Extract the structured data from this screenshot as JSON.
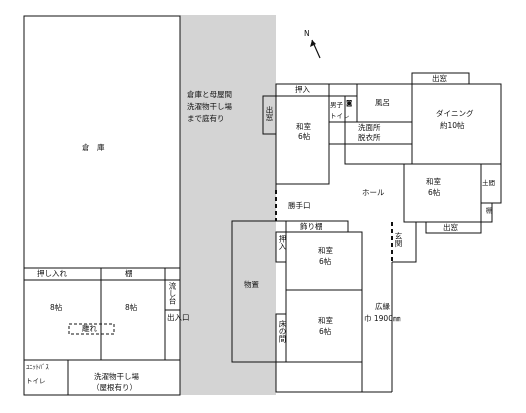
{
  "north_label": "N",
  "gap_label": [
    "倉庫と母屋間",
    "洗濯物干し場",
    "まで庭有り"
  ],
  "left_building": {
    "warehouse": "倉　庫",
    "oshiire": "押し入れ",
    "tana": "棚",
    "room8a": "8帖",
    "room8b": "8帖",
    "nagashidai": "流し台",
    "hanare": "離れ",
    "deiriguchi": "出入口",
    "unit_bath": "ﾕﾆｯﾄﾊﾞｽ",
    "toilet": "トイレ",
    "laundry": [
      "洗濯物干し場",
      "（屋根有り）"
    ]
  },
  "main_house": {
    "oshiire_top": "押入",
    "demado_left": "出窓",
    "washitsu_top": [
      "和室",
      "6帖"
    ],
    "mens_toilet": "男子",
    "toilet": "トイレ",
    "toilet_icon": "◙",
    "furo": "風呂",
    "senmen": [
      "洗面所",
      "脱衣所"
    ],
    "demado_top": "出窓",
    "dining": [
      "ダイニング",
      "約10帖"
    ],
    "hall": "ホール",
    "washitsu_right": [
      "和室",
      "6帖"
    ],
    "doma": "土間",
    "tana_small": "棚",
    "demado_bottom": "出窓",
    "katteguchi": "勝手口",
    "kazaridana": "飾り棚",
    "oshiire_mid": "押入",
    "washitsu_mid": [
      "和室",
      "6帖"
    ],
    "genkan": "玄関",
    "monooki": "物置",
    "tokonoma": "床の間",
    "washitsu_bottom": [
      "和室",
      "6帖"
    ],
    "hiroen": [
      "広縁",
      "巾 1900㎜"
    ]
  }
}
